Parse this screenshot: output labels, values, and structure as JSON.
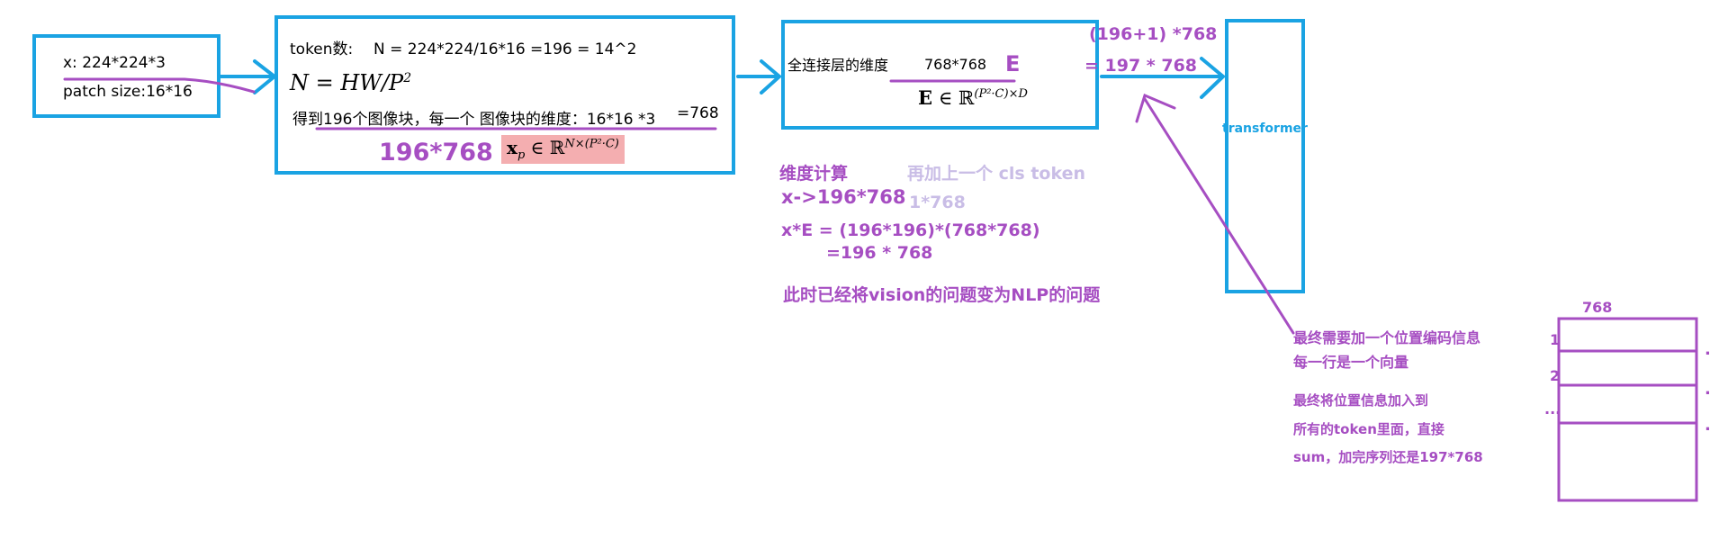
{
  "input": {
    "line1": "x: 224*224*3",
    "line2": "patch size:16*16"
  },
  "token_box": {
    "label": "token数:",
    "formula": "N = 224*224/16*16 =196 = 14^2",
    "latex": "N = HW/P",
    "latex_sup": "2",
    "desc": "得到196个图像块，每一个 图像块的维度：16*16 *3",
    "desc_eq": "=768",
    "result": "196*768",
    "xp": "x",
    "xp_sub": "p",
    "xp_set": "∈ ℝ",
    "xp_sup": "N×(P²·C)"
  },
  "fc_box": {
    "label": "全连接层的维度",
    "dims": "768*768",
    "E": "E",
    "latex_E": "E",
    "latex_set": "∈ ℝ",
    "latex_sup": "(P²·C)×D"
  },
  "output": {
    "line1": "(196+1)  *768",
    "line2": "= 197 * 768"
  },
  "transformer_label": "transformer",
  "calc": {
    "title": "维度计算",
    "cls": "再加上一个 cls token",
    "line1": "x->196*768",
    "cls_dim": "1*768",
    "line2": "x*E =  (196*196)*(768*768)",
    "line3": "=196 * 768",
    "conclusion": "此时已经将vision的问题变为NLP的问题"
  },
  "pos": {
    "note1": "最终需要加一个位置编码信息",
    "note2": "每一行是一个向量",
    "note3": "最终将位置信息加入到",
    "note4": "所有的token里面，直接",
    "note5": "sum，加完序列还是197*768"
  },
  "matrix": {
    "dim": "768",
    "rows": [
      "1",
      "2",
      "..."
    ],
    "marks": [
      ".",
      ".",
      "."
    ]
  },
  "colors": {
    "blue": "#1aa3e3",
    "purple": "#a64ec2",
    "pink": "#f4aeb0"
  }
}
